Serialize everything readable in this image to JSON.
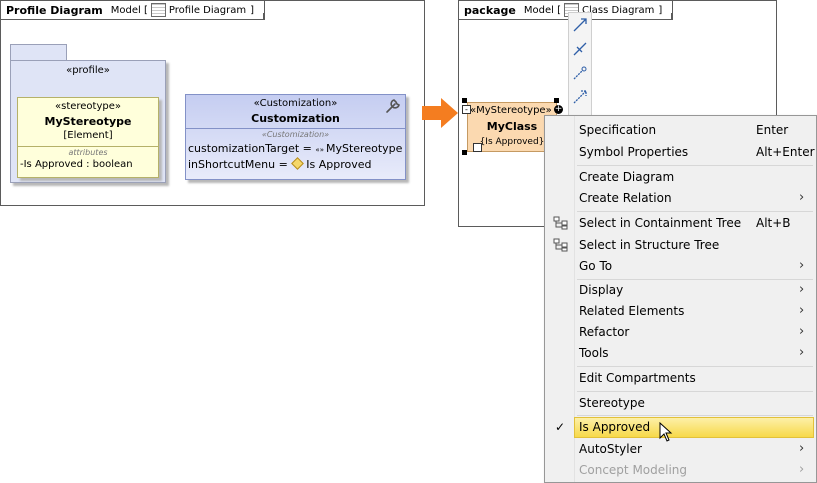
{
  "left_frame": {
    "title": "Profile Diagram",
    "model_prefix": "Model [",
    "diagram_name": "Profile Diagram",
    "bracket_close": "]"
  },
  "profile_package": {
    "stereotype": "«profile»"
  },
  "stereotype_element": {
    "stereotype": "«stereotype»",
    "name": "MyStereotype",
    "metaclass": "[Element]",
    "compartment": "attributes",
    "attribute": "-Is Approved : boolean"
  },
  "customization_element": {
    "stereotype": "«Customization»",
    "name": "Customization",
    "compartment": "«Customization»",
    "prop1_label": "customizationTarget = ",
    "prop1_value": "MyStereotype",
    "prop2_label": "inShortcutMenu = ",
    "prop2_value": "Is Approved"
  },
  "right_frame": {
    "title": "package",
    "model_prefix": "Model [",
    "diagram_name": "Class Diagram",
    "bracket_close": "]"
  },
  "class_element": {
    "stereotype": "«MyStereotype»",
    "name": "MyClass",
    "tag": "{Is Approved}"
  },
  "context_menu": {
    "items": [
      {
        "label": "Specification",
        "shortcut": "Enter"
      },
      {
        "label": "Symbol Properties",
        "shortcut": "Alt+Enter"
      },
      {
        "label": "Create Diagram",
        "shortcut": ""
      },
      {
        "label": "Create Relation",
        "shortcut": ""
      },
      {
        "label": "Select in Containment Tree",
        "shortcut": "Alt+B"
      },
      {
        "label": "Select in Structure Tree",
        "shortcut": ""
      },
      {
        "label": "Go To",
        "shortcut": ""
      },
      {
        "label": "Display",
        "shortcut": ""
      },
      {
        "label": "Related Elements",
        "shortcut": ""
      },
      {
        "label": "Refactor",
        "shortcut": ""
      },
      {
        "label": "Tools",
        "shortcut": ""
      },
      {
        "label": "Edit Compartments",
        "shortcut": ""
      },
      {
        "label": "Stereotype",
        "shortcut": ""
      },
      {
        "label": "Is Approved",
        "shortcut": ""
      },
      {
        "label": "AutoStyler",
        "shortcut": ""
      },
      {
        "label": "Concept Modeling",
        "shortcut": ""
      }
    ],
    "submenu_arrow": "›",
    "checkmark": "✓",
    "highlight_color": "#f7d94a",
    "arrow_color": "#f47d20"
  }
}
